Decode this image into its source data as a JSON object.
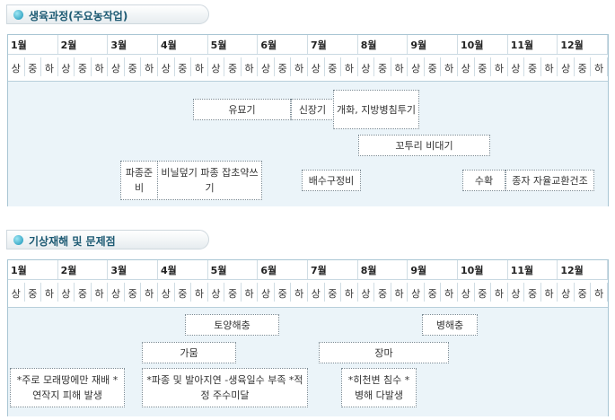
{
  "months": [
    "1월",
    "2월",
    "3월",
    "4월",
    "5월",
    "6월",
    "7월",
    "8월",
    "9월",
    "10월",
    "11월",
    "12월"
  ],
  "subperiods": [
    "상",
    "중",
    "하"
  ],
  "growth": {
    "title": "생육과정(주요농작업)",
    "bars": [
      {
        "label": "유묘기"
      },
      {
        "label": "신장기"
      },
      {
        "label": "개화, 지방병침투기"
      },
      {
        "label": "꼬투리 비대기"
      },
      {
        "label": "파종준비"
      },
      {
        "label": "비닐덮기 파종 잡초약쓰기"
      },
      {
        "label": "배수구정비"
      },
      {
        "label": "수확"
      },
      {
        "label": "종자 자율교환건조"
      }
    ]
  },
  "weather": {
    "title": "기상재해 및 문제점",
    "bars": [
      {
        "label": "토양해충"
      },
      {
        "label": "병해충"
      },
      {
        "label": "가뭄"
      },
      {
        "label": "장마"
      },
      {
        "label": "*주로 모래땅에만 재배 * 연작지 피해 발생"
      },
      {
        "label": "*파종 및 발아지연 -생육일수 부족 *적정 주수미달"
      },
      {
        "label": "*히천변 침수 * 병해 다발생"
      }
    ]
  }
}
